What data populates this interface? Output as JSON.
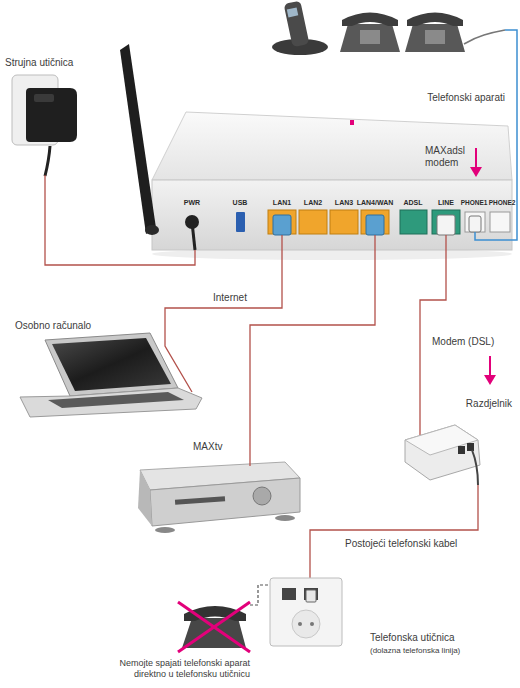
{
  "diagram": {
    "nodes": [
      {
        "text": [
          "Strujna utičnica"
        ]
      },
      {
        "text": [
          "Telefonski aparati"
        ]
      },
      {
        "text": [
          "MAXadsl modem"
        ]
      },
      {
        "text": [
          "Osobno računalo"
        ]
      },
      {
        "text": [
          "Razdjelnik"
        ]
      },
      {
        "text": [
          "MAXtv"
        ]
      },
      {
        "text": [
          "Telefonska utičnica",
          "(dolazna telefonska linija)"
        ]
      },
      {
        "text": [
          "Nemojte spajati telefonski aparat direktno u telefonsku utičnicu"
        ]
      }
    ],
    "edges": [
      {
        "from": 0,
        "to": 2,
        "arrow": "none"
      },
      {
        "from": 2,
        "to": 3,
        "label": "Internet",
        "arrow": "none"
      },
      {
        "from": 2,
        "to": 5,
        "arrow": "none"
      },
      {
        "from": 2,
        "to": 4,
        "label": "Modem (DSL)",
        "arrow": "none"
      },
      {
        "from": 4,
        "to": 6,
        "label": "Postojeći telefonski kabel",
        "arrow": "none"
      },
      {
        "from": 2,
        "to": 1,
        "arrow": "none"
      },
      {
        "from": 7,
        "to": 6,
        "arrow": "none"
      }
    ],
    "labels": [
      "PWR",
      "USB",
      "LAN1",
      "LAN2",
      "LAN3",
      "LAN4/WAN",
      "ADSL",
      "LINE",
      "PHONE1",
      "PHONE2"
    ]
  }
}
